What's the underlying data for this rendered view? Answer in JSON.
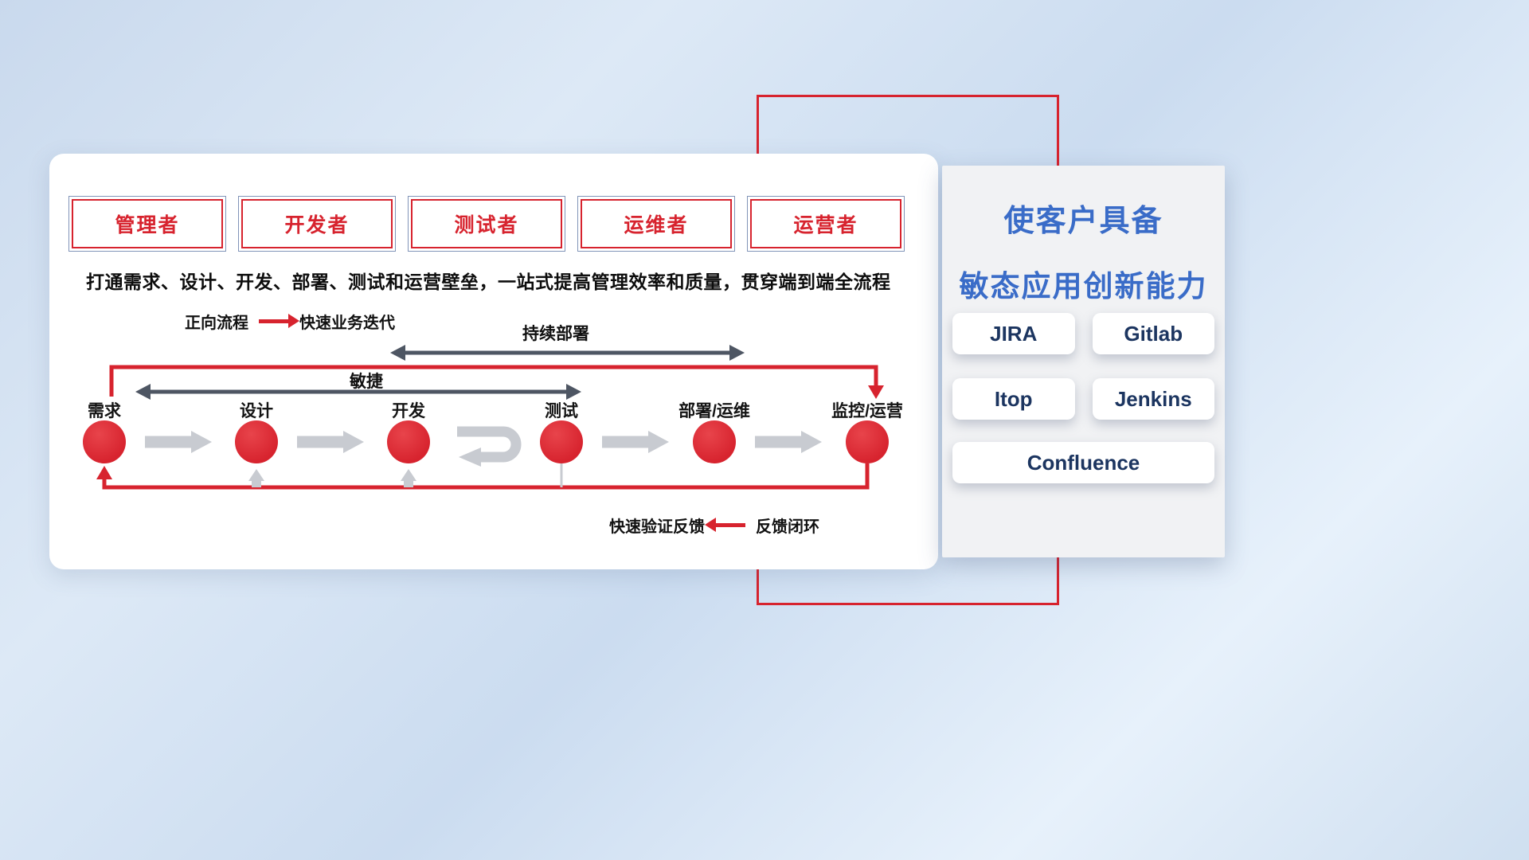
{
  "colors": {
    "red": "#D7232E",
    "dark_arrow": "#4E5663",
    "gray_arrow": "#C8CBD1",
    "blue_title": "#3A6CC8",
    "navy_text": "#1C3560",
    "box_outline": "#8194B8"
  },
  "roles": [
    "管理者",
    "开发者",
    "测试者",
    "运维者",
    "运营者"
  ],
  "subtitle": "打通需求、设计、开发、部署、测试和运营壁垒，一站式提高管理效率和质量，贯穿端到端全流程",
  "legend_forward": {
    "label": "正向流程",
    "desc": "快速业务迭代"
  },
  "flow": {
    "continuous_deploy_label": "持续部署",
    "agile_label": "敏捷",
    "stages": [
      "需求",
      "设计",
      "开发",
      "测试",
      "部署/运维",
      "监控/运营"
    ]
  },
  "legend_feedback": {
    "desc": "快速验证反馈",
    "label": "反馈闭环"
  },
  "right_panel": {
    "title_line1": "使客户具备",
    "title_line2": "敏态应用创新能力",
    "tools": [
      "JIRA",
      "Gitlab",
      "Itop",
      "Jenkins",
      "Confluence"
    ]
  }
}
